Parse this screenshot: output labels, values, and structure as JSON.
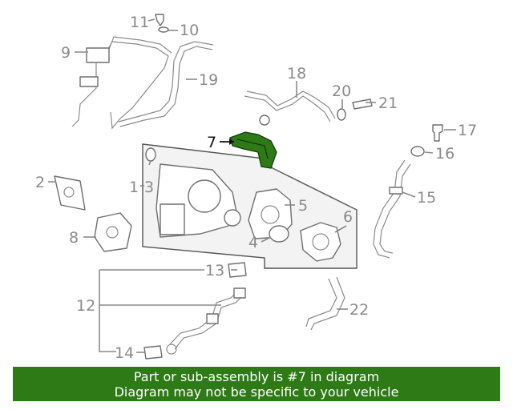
{
  "callouts": {
    "c1": "1",
    "c2": "2",
    "c3": "3",
    "c4": "4",
    "c5": "5",
    "c6": "6",
    "c7": "7",
    "c8": "8",
    "c9": "9",
    "c10": "10",
    "c11": "11",
    "c12": "12",
    "c13": "13",
    "c14": "14",
    "c15": "15",
    "c16": "16",
    "c17": "17",
    "c18": "18",
    "c19": "19",
    "c20": "20",
    "c21": "21",
    "c22": "22"
  },
  "highlight_color": "#2d7a16",
  "banner": {
    "line1": "Part or sub-assembly is #7 in diagram",
    "line2": "Diagram may not be specific to your vehicle"
  }
}
